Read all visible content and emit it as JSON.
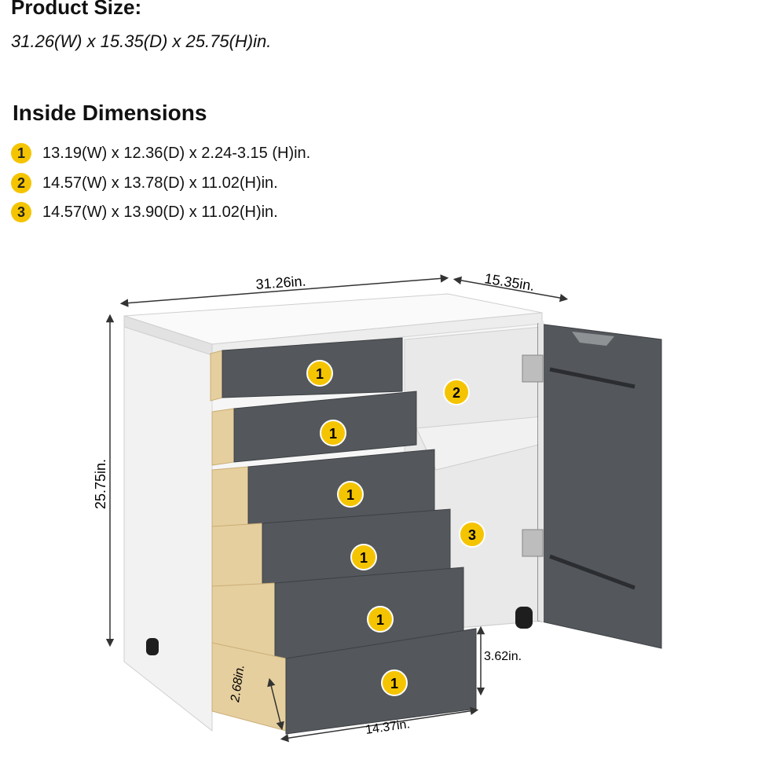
{
  "product_size": {
    "title": "Product Size:",
    "value": "31.26(W) x 15.35(D) x 25.75(H)in."
  },
  "inside_dimensions": {
    "title": "Inside Dimensions",
    "items": [
      {
        "badge": "1",
        "text": "13.19(W) x 12.36(D) x 2.24-3.15 (H)in."
      },
      {
        "badge": "2",
        "text": "14.57(W) x 13.78(D) x 11.02(H)in."
      },
      {
        "badge": "3",
        "text": "14.57(W) x 13.90(D) x 11.02(H)in."
      }
    ]
  },
  "diagram_labels": {
    "width": "31.26in.",
    "depth": "15.35in.",
    "height": "25.75in.",
    "drawer_height": "3.62in.",
    "drawer_depth": "2.68in.",
    "drawer_width": "14.37in.",
    "badge_1": "1",
    "badge_2": "2",
    "badge_3": "3"
  },
  "colors": {
    "badge": "#f5c400",
    "cabinet_white": "#f4f4f4",
    "drawer_gray": "#54585c",
    "wood": "#e6cf9e"
  }
}
